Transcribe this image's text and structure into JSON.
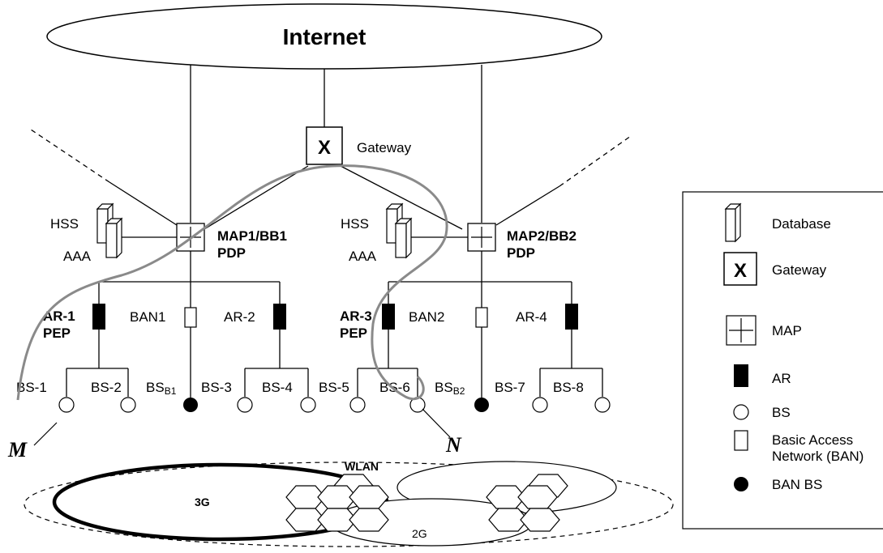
{
  "internet": {
    "label": "Internet"
  },
  "gateway": {
    "glyph": "X",
    "label": "Gateway"
  },
  "left_domain": {
    "map_label_1": "MAP1/BB1",
    "map_label_2": "PDP",
    "hss": "HSS",
    "aaa": "AAA",
    "ar1_line1": "AR-1",
    "ar1_line2": "PEP",
    "ban": "BAN1",
    "ar2": "AR-2",
    "bs1": "BS-1",
    "bs2": "BS-2",
    "ban_bs_main": "BS",
    "ban_bs_sub": "B1",
    "bs3": "BS-3",
    "bs4": "BS-4"
  },
  "right_domain": {
    "map_label_1": "MAP2/BB2",
    "map_label_2": "PDP",
    "hss": "HSS",
    "aaa": "AAA",
    "ar3_line1": "AR-3",
    "ar3_line2": "PEP",
    "ban": "BAN2",
    "ar4": "AR-4",
    "bs5": "BS-5",
    "bs6": "BS-6",
    "ban_bs_main": "BS",
    "ban_bs_sub": "B2",
    "bs7": "BS-7",
    "bs8": "BS-8"
  },
  "points": {
    "m": "M",
    "n": "N"
  },
  "networks": {
    "g3": "3G",
    "wlan": "WLAN",
    "g2": "2G"
  },
  "legend": {
    "database": "Database",
    "gateway_glyph": "X",
    "gateway": "Gateway",
    "map": "MAP",
    "ar": "AR",
    "bs": "BS",
    "ban_line1": "Basic Access",
    "ban_line2": "Network (BAN)",
    "ban_bs": "BAN BS"
  },
  "colors": {
    "path": "#8a8a8a",
    "line": "#000000"
  }
}
